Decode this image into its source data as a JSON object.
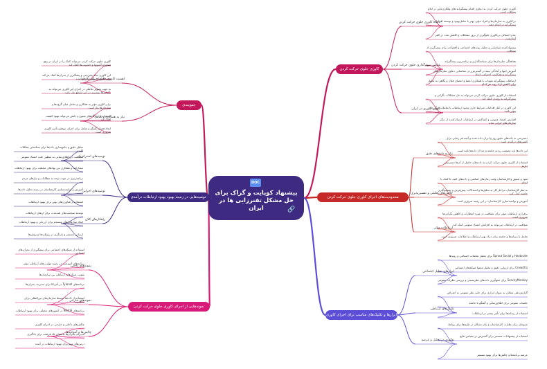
{
  "central": {
    "title": "پیشنهاد کوپایت و گراک برای حل مشکل تفنرزایی ها در ایران",
    "doc_badge": "DOC"
  },
  "colors": {
    "central": "#3f2a82",
    "right_top": "#c2185b",
    "right_mid": "#c62828",
    "right_bottom": "#5c4ed6",
    "left_top": "#c2185b",
    "left_mid": "#3f2a82",
    "left_bottom": "#d81b78"
  },
  "branches": {
    "r1": {
      "label": "کاوری جلوی حرکت کردن",
      "s1": {
        "label": "تاییده کاوری جلوی حرکت کردن",
        "l": [
          "کاوری جلوی حرکت کردن به دعاوی اقدام پیشگیرانه های ولکاری‌ماین در ابلاغ تشکلات است",
          "بی‌کاوری به سازمان‌ها و افراد مؤثر، بهتر با تعامل‌بهبود و توسعه اقدامات پیشگیرانه در انجام دهند",
          "عدم احتمالی بی‌کاوری جلوگیری از بروز مشکلات و کاهش تعدد در کلیر آزمایشت"
        ]
      },
      "s2": {
        "label": "عناصر سهم‌گذاری جلوی حرکت کردن",
        "l": [
          "پیشنهاد‌کننده شناسایی و تحلیل روندهای اجتماعی و اقتصادی برای پیش‌گیری از تشکلات",
          "هماهنگی سازمان‌ها برای سیاستگذاری و برنامه‌ریزی پیشگیرانه",
          "آموزش اینها و آمادگی بیمه در گسترش‌زدن شناسایی دعاوی سازمان‌های پیشگیرانه و همکاری، اجتماعی ایجاد",
          "ارتباطات پیشگیرانه تعهدات با همکاری اعضا و اعضای فعال و نگاهی به تعامل برای کاهش آزاد روند هر کدام"
        ]
      },
      "s3": {
        "label": "کاوری کاوری در ایران",
        "l": [
          "استفاده از کاوری جلوی حرکت کردن می‌تواند به حل مشکلات نگرانی و پیش‌گیرانه به روندی کمک کند",
          "این کاوری در کنار اقدامات شرایط جاری وجود ارتباطات با تعاملات دیگر حل مؤثر باشد",
          "افزایش اعتماد عمومی و کشاکش در ارتباطات ارسال‌کننده از دیگر سازمان‌های ایرانی ماده"
        ]
      }
    },
    "r2": {
      "label": "محدودیت‌های اجرای کاوری جلوی حرکت کردن",
      "s1": {
        "label": "نیاز به داده‌های دقیق",
        "l": [
          "دسترسی به داده‌های دقیق روز و ایران داده شده و آنچه هر زمانی برای کشورهای درآمدی است",
          "این داده‌ها باید وضعیت رو به جامعه و جدا از داده‌ها نامه است",
          "استفاده از کاوری جلوی حرکت کردن به داده‌های حاصل از آن‌ها دسترسی داریم"
        ]
      },
      "s2": {
        "label": "چالش‌های تحلیلی و تفسیرپذیری",
        "l": [
          "نفوذ و تعمیق و کارشناسان وقت زمان‌های اساسی و داده‌های کنید، تا کمک یا انجام",
          "به نظر کارشناسان مراحل کار به تحلیل‌ها و استدلالات پیش‌فرض و تصمیم‌گیری جامعه کمک کنید",
          "آموزش و توانمندسازی کارشناسان در این زمینه ضروری است"
        ]
      },
      "s3": {
        "label": "ارتباطات مؤثر",
        "l": [
          "برقراری ارتباطات مؤثر برای شفافیت در مورد انتظارات و کاهش نگرانی‌ها ضروری است",
          "شفافیت در ارتباطات می‌تواند به افزایش اعتماد عمومی کمک کند",
          "تعامل با رسانه‌ها و جامعه برای درک بهتر ارتباطات و اطلاعات ضروری است"
        ]
      }
    },
    "r3": {
      "label": "ابزارها و تکنیک‌های مناسب برای اجرای کاوری",
      "s1": {
        "label": "ابزارهای تحلیل اجتماعی",
        "l": [
          "Hootsuite و Sprout Social برای تحلیل تعاملات اجتماعی و روندها",
          "CrowdCo برای ارزیابی دقیق و تحلیل محتوا شبکه‌های اجتماعی",
          "SurveyMonkey برای جمع‌آوری داده‌های نظرسنجی و بررسی نظرات عمومی"
        ]
      },
      "s2": {
        "label": "تکنیک‌های ارتباطی",
        "l": [
          "گزارش‌دهی شفاف به عنوان ابزاری برای جلب نظر عمومی به اعتراض",
          "جلسات عمومی برای اطلاع‌رسانی و گفتگو با جامعه",
          "استفاده از رسانه‌ها برای تأثیر بیشتر در ارتباطات"
        ]
      },
      "s3": {
        "label": "نوآوری در تحلیل و عرضه",
        "l": [
          "شیوه‌ای برای نظارت کارشناسان و بیان مسائل در طرح‌ها برای روابط",
          "استفاده از پیشنهادات مستمر برای گسترش در مقیاس نتایج",
          "عرضه برنامه‌ها و چالش‌ها برای بهبود مستمر"
        ]
      }
    },
    "l1": {
      "label": "جمع‌بندی",
      "s1": {
        "label": "اهمیت کاوری جلوی حرکت کردن",
        "l": [
          "کاوری جلوی حرکت کردن می‌تواند کمک را در ایران در رفع تنشها و آشوبها و خشونت‌ها کمک کند",
          "این کاوری به‌ما پیش‌بینی و پیشگیری از بحران‌ها کمک می‌کند و در اقدامات بهتر مداخله‌کننده",
          "به جهت تصویر تعاملی در اجرای این کاوری می‌تواند به نگرانی‌ها بیشتری در این مقطع نیاز باشد"
        ]
      },
      "s2": {
        "label": "نیاز به همکاری و تعامل",
        "l": [
          "برای کاوری مؤثر به همکاری و تعامل میان گروه‌ها و سازمان‌ها نیاز است",
          "استفاده از دیدگاه‌های متنوع و دانش می‌تواند بهبود کیفیت کمک کند",
          "ایجاد فضای گفتگو و تعامل برای اجرای موفقیت‌آمیز کاوری ضروری است"
        ]
      }
    },
    "l2": {
      "label": "توصیه‌هایی در زمینه بهبود بهبود ارتباطات درآمدی",
      "s1": {
        "label": "توصیه‌های استراتژیک",
        "l": [
          "تحلیل دقیق و جامع‌سازی داده‌ها برای شناسایی تشکلات کلیدی",
          "شفافیت در اطلاع‌رسانی به منظور جلب اعتماد عمومی",
          "مشارکت و همکاری بین نهادهای مختلف برای بهبود ارتباطات"
        ]
      },
      "s2": {
        "label": "توصیه‌های اجرایی",
        "l": [
          "برنامه‌ریزی در جهت توجه به مطالبات و نیازهای مردم",
          "آموزش و توانمندسازی کارشناسان در زمینه تحلیل داده‌ها",
          "استفاده از فناوری‌های نوین برای بهبود ارتباطات"
        ]
      },
      "s3": {
        "label": "راهکارهای کلان",
        "l": [
          "توسعه سیاست‌های بلندمدت برای ارتقای ارتباطات",
          "ایجاد سازوکارهای منسجم برای ارزیابی و بهبود ارتباطات",
          "ارزیابی مستمر و بازنگری در رویکردها و روش‌ها"
        ]
      }
    },
    "l3": {
      "label": "نمونه‌هایی از اجرای کاوری جلوی حرکت کردن",
      "s1": {
        "label": "نمونه‌های داخلی",
        "l": [
          "استفاده از شبکه‌های اجتماعی برای پیشگیری از بحران‌های اجتماعی",
          "برنامه‌های آموزشی در زمینه مهارت‌های ارتباطی مؤثر",
          "تقویت شبکه‌های ارتباطی بین سازمان‌ها"
        ]
      },
      "s2": {
        "label": "نمونه‌های خارجی",
        "l": [
          "برنامه‌های Tylenol در آمریکا برای مدیریت بحران‌ها",
          "استفاده از داده‌ها توسط سازمان‌های بین‌المللی برای پیش‌بینی",
          "برنامه‌های Nestlé در کشورهای مختلف برای بهبود ارتباطات"
        ]
      },
      "s3": {
        "label": "چالش‌ها و آموخته‌ها",
        "l": [
          "چالش‌های داخلی و خارجی در اجرای کاوری",
          "مدیریت بحران‌ها به‌عنوان یک فرصت برای یادگیری",
          "درس‌های مهم برای بهبود ارتباطات در آینده"
        ]
      }
    }
  }
}
